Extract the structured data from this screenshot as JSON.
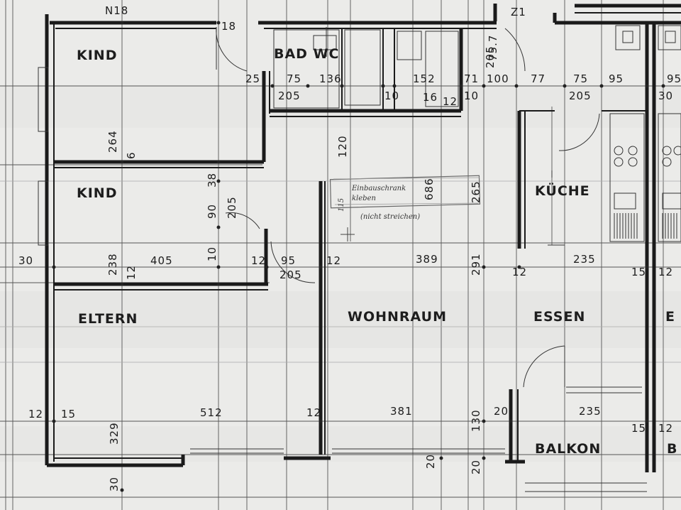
{
  "rooms": {
    "kind1": "KIND",
    "kind2": "KIND",
    "bad_wc": "BAD WC",
    "kueche": "KÜCHE",
    "eltern": "ELTERN",
    "wohnraum": "WOHNRAUM",
    "essen": "ESSEN",
    "essen_cut": "E",
    "balkon": "BALKON",
    "balkon_cut": "B"
  },
  "dimensions": {
    "top_n18": "N18",
    "top_18b": "18",
    "top_z1": "Z1",
    "bad_25": "25",
    "bad_75": "75",
    "bad_136": "136",
    "bad_152": "152",
    "bad_205": "205",
    "bad_10a": "10",
    "bad_16": "16",
    "bad_12": "12",
    "bad_10b": "10",
    "v_757": "75.7",
    "v_205": "205",
    "k_71": "71",
    "k_100": "100",
    "k_77": "77",
    "k_75": "75",
    "k_95": "95",
    "k_205": "205",
    "k_95r": "95",
    "k_30r": "30",
    "v_264": "264",
    "v_6": "6",
    "v_120": "120",
    "v_686": "686",
    "v_265": "265",
    "v_38": "38",
    "v_205b": "205",
    "v_90": "90",
    "v_10": "10",
    "v_238": "238",
    "v_12a": "12",
    "h_30": "30",
    "h_405": "405",
    "h_12a": "12",
    "h_95": "95",
    "h_12b": "12",
    "h_389": "389",
    "v_291": "291",
    "h_205": "205",
    "h_12c": "12",
    "h_235": "235",
    "h_15": "15",
    "h_12d": "12",
    "h_12e": "12",
    "h_15b": "15",
    "h_512": "512",
    "h_12f": "12",
    "h_381": "381",
    "v_130": "130",
    "h_20": "20",
    "h_235b": "235",
    "h_15c": "15",
    "h_12g": "12",
    "v_329": "329",
    "v_30": "30",
    "v_20a": "20",
    "v_20b": "20"
  },
  "notes": {
    "line1": "Einbauschrank",
    "line2": "kleben",
    "line3": "(nicht streichen)",
    "mark": "115"
  }
}
